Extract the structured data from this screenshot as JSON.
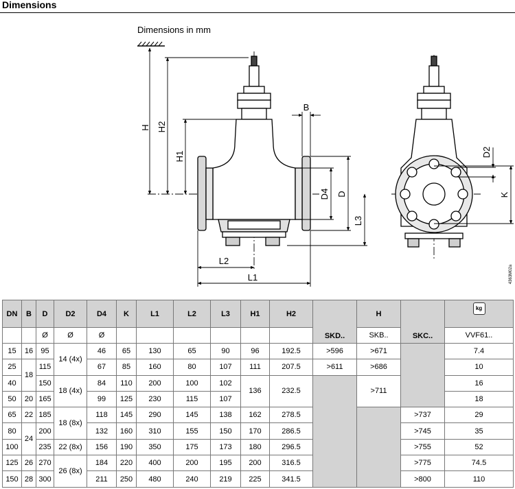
{
  "header": {
    "title": "Dimensions"
  },
  "drawing": {
    "caption": "Dimensions in mm",
    "labels": {
      "H": "H",
      "H2": "H2",
      "H1": "H1",
      "B": "B",
      "D4": "D4",
      "D": "D",
      "L3": "L3",
      "L2": "L2",
      "L1": "L1",
      "D2": "D2",
      "K": "K"
    },
    "drawing_number": "4363M02a"
  },
  "table": {
    "columns": [
      "DN",
      "B",
      "D",
      "D2",
      "D4",
      "K",
      "L1",
      "L2",
      "L3",
      "H1",
      "H2",
      "H",
      "VVF61.."
    ],
    "symbol_row": {
      "D": "Ø",
      "D2": "Ø",
      "D4": "Ø",
      "SKD": "SKD..",
      "SKB": "SKB..",
      "SKC": "SKC..",
      "weight": "VVF61.."
    },
    "weight_icon": "kg",
    "rows": [
      {
        "DN": "15",
        "B": "16",
        "D": "95",
        "D2": "14 (4x)",
        "D4": "46",
        "K": "65",
        "L1": "130",
        "L2": "65",
        "L3": "90",
        "H1": "96",
        "H2": "192.5",
        "SKD": ">596",
        "SKB": ">671",
        "SKC": "",
        "W": "7.4"
      },
      {
        "DN": "25",
        "B": "18",
        "D": "115",
        "D2": "",
        "D4": "67",
        "K": "85",
        "L1": "160",
        "L2": "80",
        "L3": "107",
        "H1": "111",
        "H2": "207.5",
        "SKD": ">611",
        "SKB": ">686",
        "SKC": "",
        "W": "10"
      },
      {
        "DN": "40",
        "B": "",
        "D": "150",
        "D2": "18 (4x)",
        "D4": "84",
        "K": "110",
        "L1": "200",
        "L2": "100",
        "L3": "102",
        "H1": "136",
        "H2": "232.5",
        "SKD": "",
        "SKB": ">711",
        "SKC": "",
        "W": "16"
      },
      {
        "DN": "50",
        "B": "20",
        "D": "165",
        "D2": "",
        "D4": "99",
        "K": "125",
        "L1": "230",
        "L2": "115",
        "L3": "107",
        "H1": "",
        "H2": "",
        "SKD": "",
        "SKB": "",
        "SKC": "",
        "W": "18"
      },
      {
        "DN": "65",
        "B": "22",
        "D": "185",
        "D2": "18 (8x)",
        "D4": "118",
        "K": "145",
        "L1": "290",
        "L2": "145",
        "L3": "138",
        "H1": "162",
        "H2": "278.5",
        "SKD": "",
        "SKB": "",
        "SKC": ">737",
        "W": "29"
      },
      {
        "DN": "80",
        "B": "24",
        "D": "200",
        "D2": "",
        "D4": "132",
        "K": "160",
        "L1": "310",
        "L2": "155",
        "L3": "150",
        "H1": "170",
        "H2": "286.5",
        "SKD": "",
        "SKB": "",
        "SKC": ">745",
        "W": "35"
      },
      {
        "DN": "100",
        "B": "",
        "D": "235",
        "D2": "22 (8x)",
        "D4": "156",
        "K": "190",
        "L1": "350",
        "L2": "175",
        "L3": "173",
        "H1": "180",
        "H2": "296.5",
        "SKD": "",
        "SKB": "",
        "SKC": ">755",
        "W": "52"
      },
      {
        "DN": "125",
        "B": "26",
        "D": "270",
        "D2": "26 (8x)",
        "D4": "184",
        "K": "220",
        "L1": "400",
        "L2": "200",
        "L3": "195",
        "H1": "200",
        "H2": "316.5",
        "SKD": "",
        "SKB": "",
        "SKC": ">775",
        "W": "74.5"
      },
      {
        "DN": "150",
        "B": "28",
        "D": "300",
        "D2": "",
        "D4": "211",
        "K": "250",
        "L1": "480",
        "L2": "240",
        "L3": "219",
        "H1": "225",
        "H2": "341.5",
        "SKD": "",
        "SKB": "",
        "SKC": ">800",
        "W": "110"
      }
    ]
  }
}
